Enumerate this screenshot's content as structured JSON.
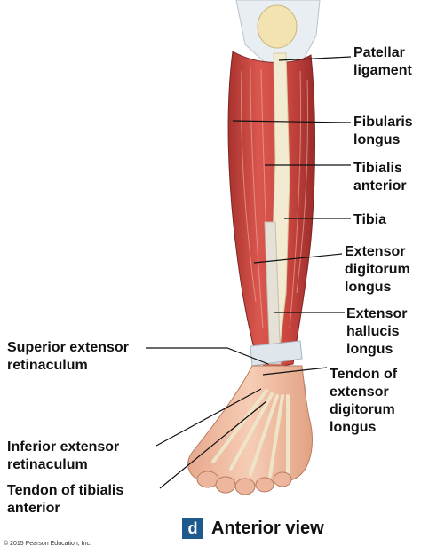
{
  "labels": {
    "patellar_ligament": [
      "Patellar",
      "ligament"
    ],
    "fibularis_longus": [
      "Fibularis",
      "longus"
    ],
    "tibialis_anterior": [
      "Tibialis",
      "anterior"
    ],
    "tibia": [
      "Tibia"
    ],
    "extensor_digitorum_longus": [
      "Extensor",
      "digitorum",
      "longus"
    ],
    "extensor_hallucis_longus": [
      "Extensor",
      "hallucis",
      "longus"
    ],
    "superior_extensor_retinaculum": [
      "Superior extensor",
      "retinaculum"
    ],
    "tendon_extensor_digitorum_longus": [
      "Tendon of",
      "extensor",
      "digitorum",
      "longus"
    ],
    "inferior_extensor_retinaculum": [
      "Inferior extensor",
      "retinaculum"
    ],
    "tendon_tibialis_anterior": [
      "Tendon of tibialis",
      "anterior"
    ]
  },
  "panel_letter": "d",
  "view_title": "Anterior view",
  "copyright": "© 2015 Pearson Education, Inc.",
  "colors": {
    "muscle": "#c8453f",
    "muscle_dark": "#9e2f2c",
    "tendon": "#e6e1d6",
    "bone": "#efe3bf",
    "skin": "#f0c2a8",
    "badge": "#1e5b8c"
  }
}
